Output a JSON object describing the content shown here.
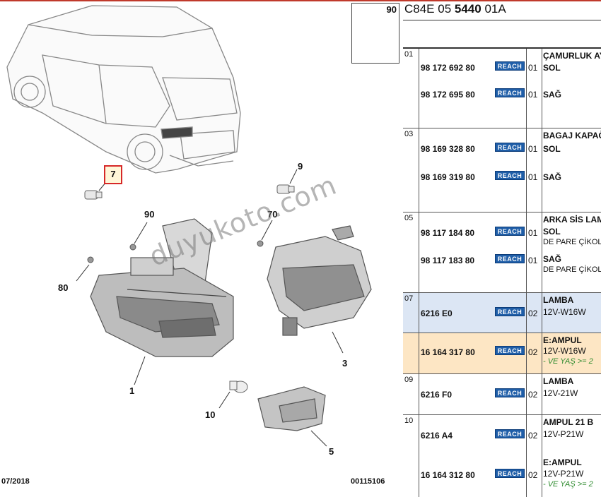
{
  "diagram": {
    "callouts": [
      "7",
      "9",
      "90",
      "70",
      "80",
      "1",
      "3",
      "10",
      "5"
    ],
    "thumb_number": "90",
    "date": "07/2018",
    "doc_number": "00115106",
    "watermark": "duyukoto.com"
  },
  "reference": {
    "prefix": "C84E 05 ",
    "bold_part": "5440",
    "suffix": " 01A"
  },
  "table": {
    "groups": [
      {
        "index": "01",
        "description": "ÇAMURLUK AYDINLATMA",
        "lines": [
          {
            "part": "98 172 692 80",
            "badge": "REACH",
            "qty": "01",
            "note": "SOL"
          },
          {
            "part": "98 172 695 80",
            "badge": "REACH",
            "qty": "01",
            "note": "SAĞ"
          }
        ]
      },
      {
        "index": "03",
        "description": "BAGAJ KAPAĞI LAMBASI",
        "lines": [
          {
            "part": "98 169 328 80",
            "badge": "REACH",
            "qty": "01",
            "note": "SOL"
          },
          {
            "part": "98 169 319 80",
            "badge": "REACH",
            "qty": "01",
            "note": "SAĞ"
          }
        ]
      },
      {
        "index": "05",
        "description": "ARKA SİS LAMBASI",
        "lines": [
          {
            "part": "98 117 184 80",
            "badge": "REACH",
            "qty": "01",
            "note": "SOL",
            "sub": "DE PARE ÇİKOLU"
          },
          {
            "part": "98 117 183 80",
            "badge": "REACH",
            "qty": "01",
            "note": "SAĞ",
            "sub": "DE PARE ÇİKOLU"
          }
        ]
      },
      {
        "index": "07",
        "description": "LAMBA",
        "lines": [
          {
            "part": "6216 E0",
            "badge": "REACH",
            "qty": "02",
            "note": "12V-W16W"
          }
        ]
      },
      {
        "index": "",
        "description": "E:AMPUL",
        "lines": [
          {
            "part": "16 164 317 80",
            "badge": "REACH",
            "qty": "02",
            "note": "12V-W16W",
            "sub": "- VE YAŞ >= 2"
          }
        ]
      },
      {
        "index": "09",
        "description": "LAMBA",
        "lines": [
          {
            "part": "6216 F0",
            "badge": "REACH",
            "qty": "02",
            "note": "12V-21W"
          }
        ]
      },
      {
        "index": "10",
        "description": "AMPUL 21 B",
        "lines": [
          {
            "part": "6216 A4",
            "badge": "REACH",
            "qty": "02",
            "note": "12V-P21W"
          },
          {
            "part": "16 164 312 80",
            "badge": "REACH",
            "qty": "02",
            "note": "12V-P21W",
            "pre": "E:AMPUL",
            "sub": "- VE YAŞ >= 2"
          }
        ]
      }
    ]
  }
}
